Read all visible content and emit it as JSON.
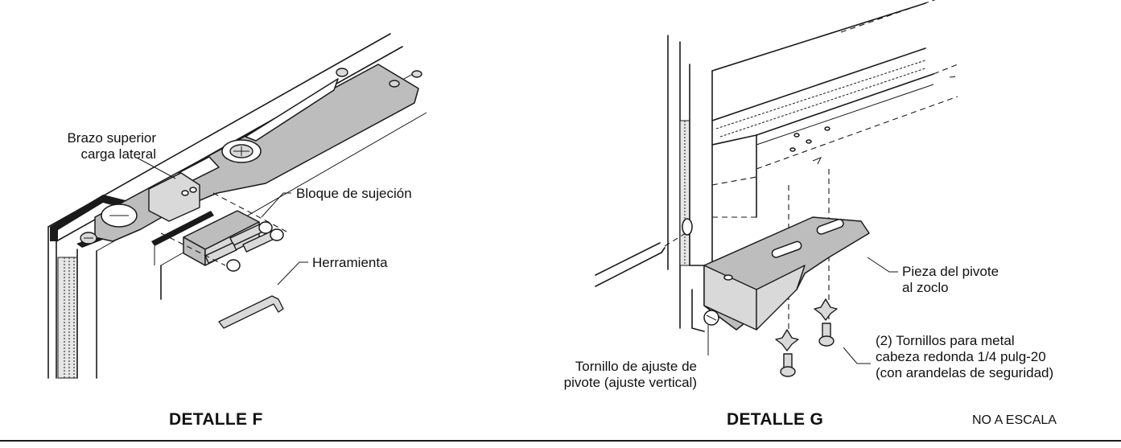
{
  "detail_f": {
    "title": "DETALLE F",
    "callouts": {
      "arm": [
        "Brazo superior",
        "carga lateral"
      ],
      "block": "Bloque de sujeción",
      "tool": "Herramienta"
    }
  },
  "detail_g": {
    "title": "DETALLE G",
    "callouts": {
      "pivot_piece": [
        "Pieza del pivote",
        "al zoclo"
      ],
      "adjust_screw": [
        "Tornillo de ajuste de",
        "pivote (ajuste vertical)"
      ],
      "screws": [
        "(2) Tornillos para metal",
        "cabeza redonda 1/4 pulg-20",
        "(con arandelas de seguridad)"
      ]
    }
  },
  "scale_note": "NO A ESCALA"
}
